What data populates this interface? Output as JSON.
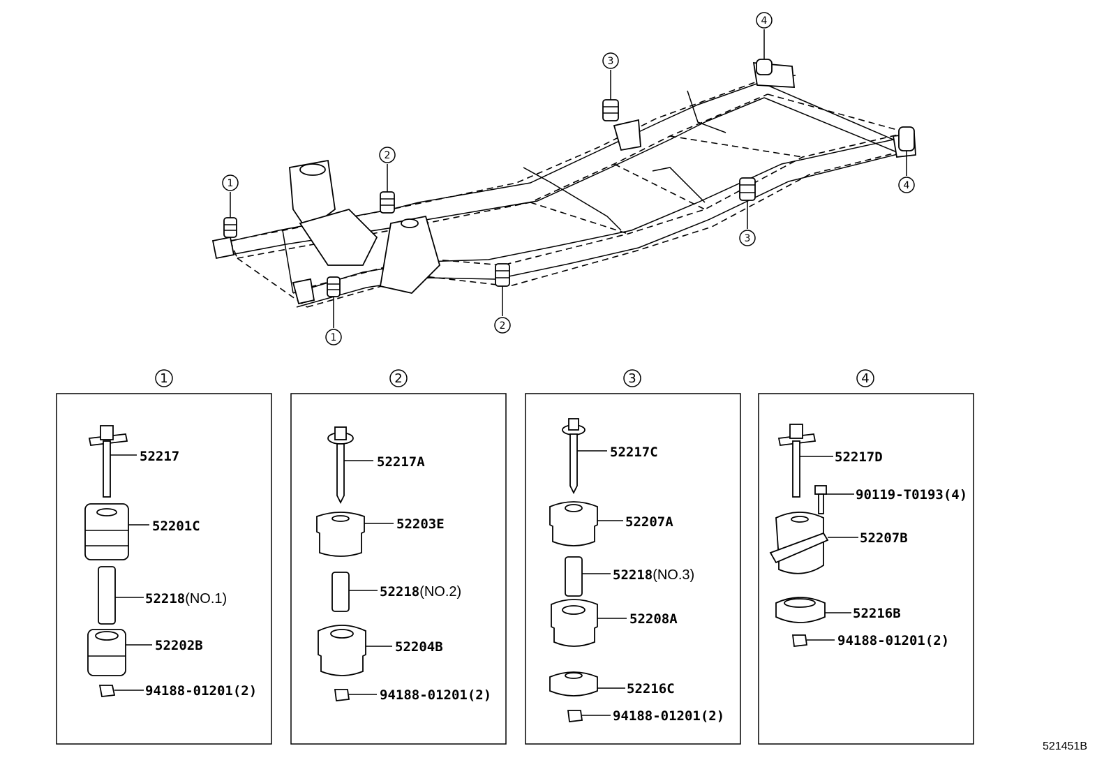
{
  "figure_code": "521451B",
  "frame_callouts": [
    "1",
    "1",
    "2",
    "2",
    "3",
    "3",
    "4",
    "4"
  ],
  "groups": [
    {
      "number": "1",
      "parts": [
        {
          "number": "52217",
          "suffix": ""
        },
        {
          "number": "52201C",
          "suffix": ""
        },
        {
          "number": "52218",
          "suffix": "(NO.1)"
        },
        {
          "number": "52202B",
          "suffix": ""
        },
        {
          "number": "94188-01201(2)",
          "suffix": ""
        }
      ]
    },
    {
      "number": "2",
      "parts": [
        {
          "number": "52217A",
          "suffix": ""
        },
        {
          "number": "52203E",
          "suffix": ""
        },
        {
          "number": "52218",
          "suffix": "(NO.2)"
        },
        {
          "number": "52204B",
          "suffix": ""
        },
        {
          "number": "94188-01201(2)",
          "suffix": ""
        }
      ]
    },
    {
      "number": "3",
      "parts": [
        {
          "number": "52217C",
          "suffix": ""
        },
        {
          "number": "52207A",
          "suffix": ""
        },
        {
          "number": "52218",
          "suffix": "(NO.3)"
        },
        {
          "number": "52208A",
          "suffix": ""
        },
        {
          "number": "52216C",
          "suffix": ""
        },
        {
          "number": "94188-01201(2)",
          "suffix": ""
        }
      ]
    },
    {
      "number": "4",
      "parts": [
        {
          "number": "52217D",
          "suffix": ""
        },
        {
          "number": "90119-T0193(4)",
          "suffix": ""
        },
        {
          "number": "52207B",
          "suffix": ""
        },
        {
          "number": "52216B",
          "suffix": ""
        },
        {
          "number": "94188-01201(2)",
          "suffix": ""
        }
      ]
    }
  ]
}
